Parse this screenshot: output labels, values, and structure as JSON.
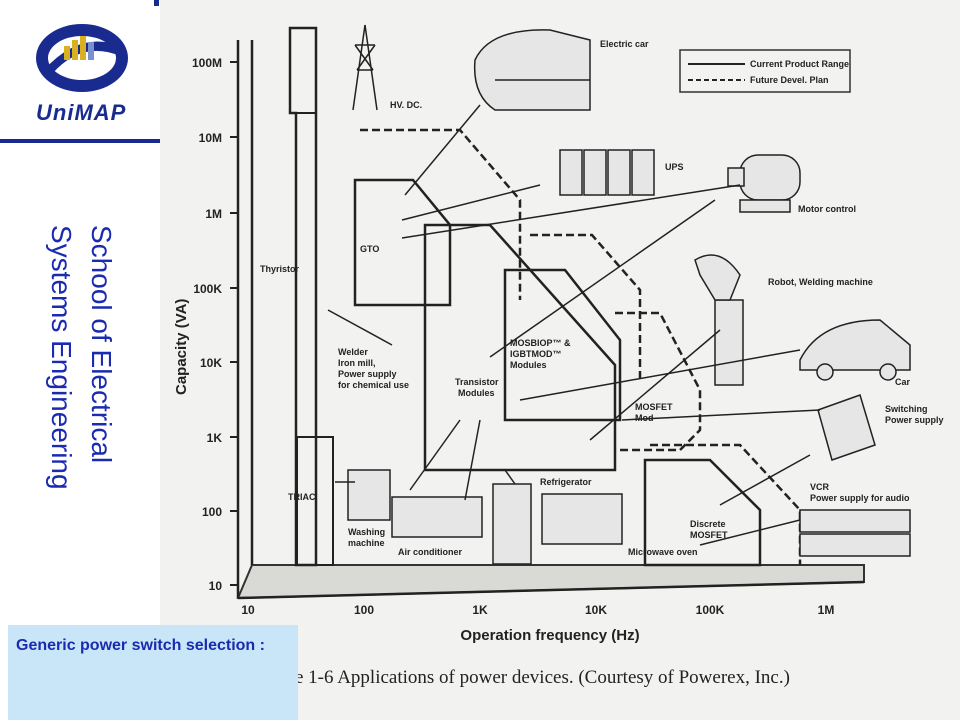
{
  "header": {
    "logo_text": "UniMAP",
    "side_title_line1": "School of Electrical",
    "side_title_line2": "Systems Engineering"
  },
  "caption_box": {
    "text": "Generic power switch selection :"
  },
  "figure": {
    "caption": "e 1-6   Applications of power devices. (Courtesy of Powerex, Inc.)",
    "y_axis_title": "Capacity (VA)",
    "x_axis_title": "Operation frequency (Hz)",
    "y_ticks": [
      "100M",
      "10M",
      "1M",
      "100K",
      "10K",
      "1K",
      "100",
      "10"
    ],
    "x_ticks": [
      "10",
      "100",
      "1K",
      "10K",
      "100K",
      "1M"
    ],
    "legend": {
      "current": "Current Product Range",
      "future": "Future Devel. Plan"
    },
    "device_labels": {
      "thyristor": "Thyristor",
      "triac": "TRIAC",
      "gto": "GTO",
      "transistor1": "Transistor",
      "transistor2": "Modules",
      "mosbiop1": "MOSBIOP™ &",
      "mosbiop2": "IGBTMOD™",
      "mosbiop3": "Modules",
      "mosfetmod1": "MOSFET",
      "mosfetmod2": "Mod",
      "discrete1": "Discrete",
      "discrete2": "MOSFET"
    },
    "application_labels": {
      "hvdc": "HV. DC.",
      "electric_car": "Electric car",
      "ups": "UPS",
      "motor_control": "Motor control",
      "robot": "Robot, Welding machine",
      "car": "Car",
      "switching1": "Switching",
      "switching2": "Power supply",
      "vcr1": "VCR",
      "vcr2": "Power supply for audio",
      "welder1": "Welder",
      "welder2": "Iron mill,",
      "welder3": "Power supply",
      "welder4": "for chemical use",
      "washing1": "Washing",
      "washing2": "machine",
      "aircon": "Air conditioner",
      "refrigerator": "Refrigerator",
      "microwave": "Microwave oven"
    }
  }
}
